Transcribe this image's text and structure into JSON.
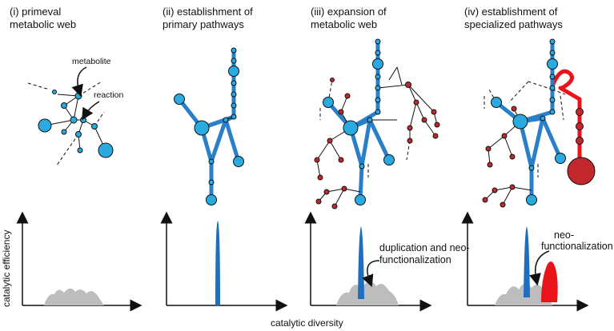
{
  "panels": [
    {
      "title_line1": "(i) primeval",
      "title_line2": "metabolic web"
    },
    {
      "title_line1": "(ii) establishment of",
      "title_line2": "primary pathways"
    },
    {
      "title_line1": "(iii) expansion of",
      "title_line2": "metabolic web"
    },
    {
      "title_line1": "(iv) establishment of",
      "title_line2": "specialized pathways"
    }
  ],
  "labels": {
    "metabolite": "metabolite",
    "reaction": "reaction"
  },
  "annotations": {
    "panel3_line1": "duplication and neo-",
    "panel3_line2": "functionalization",
    "panel4_line1": "neo-",
    "panel4_line2": "functionalization"
  },
  "axes": {
    "y_label": "catalytic efficiency",
    "x_label": "catalytic diversity"
  },
  "colors": {
    "node_blue": "#29abe2",
    "edge_blue": "#2a7fc9",
    "node_red": "#c1272d",
    "edge_red": "#e8141a",
    "peak_blue": "#1f6fc0",
    "peak_red": "#e8141a",
    "hump_gray": "#bdbdbd",
    "outline": "#111111"
  }
}
